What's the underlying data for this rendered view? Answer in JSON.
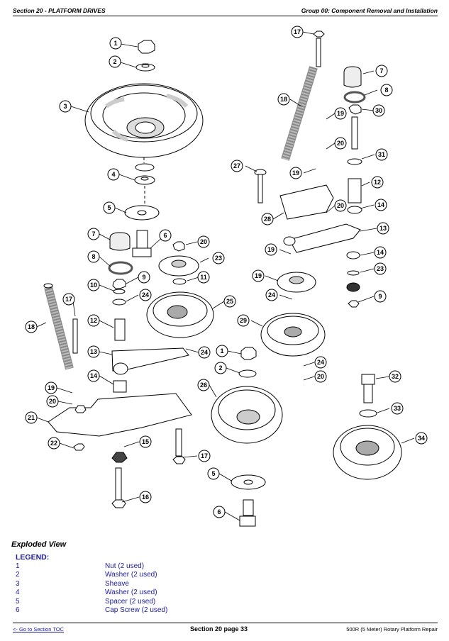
{
  "header": {
    "left": "Section 20 - PLATFORM DRIVES",
    "right": "Group 00: Component Removal and Installation"
  },
  "diagram": {
    "callouts": [
      "1",
      "2",
      "3",
      "4",
      "5",
      "7",
      "6",
      "20",
      "8",
      "9",
      "23",
      "10",
      "11",
      "24",
      "25",
      "17",
      "12",
      "18",
      "13",
      "24",
      "14",
      "19",
      "20",
      "21",
      "15",
      "22",
      "17",
      "16",
      "26",
      "1",
      "2",
      "5",
      "6",
      "17",
      "7",
      "8",
      "18",
      "19",
      "30",
      "20",
      "31",
      "19",
      "27",
      "12",
      "20",
      "14",
      "28",
      "13",
      "19",
      "14",
      "23",
      "19",
      "24",
      "9",
      "29",
      "24",
      "20",
      "32",
      "33",
      "34"
    ]
  },
  "caption": "Exploded View",
  "legend": {
    "title": "LEGEND:",
    "items": [
      {
        "num": "1",
        "desc": "Nut (2 used)"
      },
      {
        "num": "2",
        "desc": "Washer (2 used)"
      },
      {
        "num": "3",
        "desc": "Sheave"
      },
      {
        "num": "4",
        "desc": "Washer (2 used)"
      },
      {
        "num": "5",
        "desc": "Spacer (2 used)"
      },
      {
        "num": "6",
        "desc": "Cap Screw (2 used)"
      }
    ]
  },
  "footer": {
    "toc_link": "<- Go to Section TOC",
    "page": "Section 20 page 33",
    "title": "500R (5 Meter) Rotary Platform Repair"
  }
}
